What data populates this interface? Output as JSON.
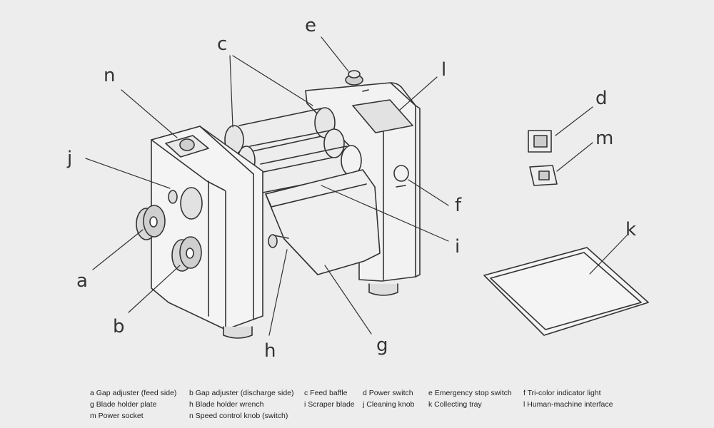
{
  "callouts": {
    "a": "a",
    "b": "b",
    "c": "c",
    "d": "d",
    "e": "e",
    "f": "f",
    "g": "g",
    "h": "h",
    "i": "i",
    "j": "j",
    "k": "k",
    "l": "l",
    "m": "m",
    "n": "n"
  },
  "legend": {
    "a": "a  Gap adjuster (feed side)",
    "b": "b  Gap adjuster (discharge side)",
    "c": "c  Feed baffle",
    "d": "d  Power switch",
    "e": "e  Emergency stop switch",
    "f": "f  Tri-color indicator light",
    "g": "g  Blade holder plate",
    "h": "h  Blade holder wrench",
    "i": "i  Scraper blade",
    "j": "j  Cleaning knob",
    "k": "k  Collecting tray",
    "l": "l  Human-machine interface",
    "m": "m  Power socket",
    "n": "n  Speed control knob (switch)"
  },
  "colors": {
    "background": "#ededed",
    "line": "#333333"
  }
}
